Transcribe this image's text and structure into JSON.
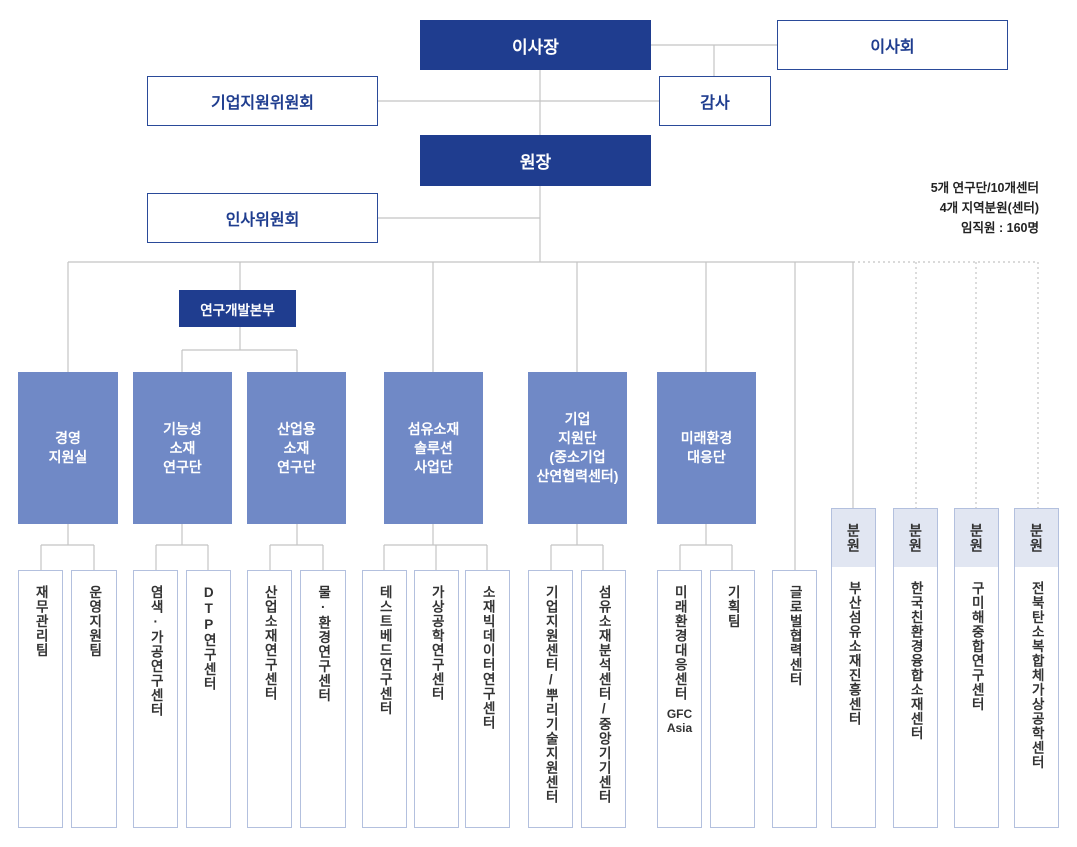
{
  "top": {
    "chairman": "이사장",
    "board": "이사회",
    "audit": "감사",
    "corp_committee": "기업지원위원회",
    "president": "원장",
    "hr_committee": "인사위원회"
  },
  "stats": [
    "5개 연구단/10개센터",
    "4개 지역분원(센터)",
    "임직원 : 160명"
  ],
  "rnd_hq": "연구개발본부",
  "divisions": [
    {
      "lines": [
        "경영",
        "지원실"
      ]
    },
    {
      "lines": [
        "기능성",
        "소재",
        "연구단"
      ]
    },
    {
      "lines": [
        "산업용",
        "소재",
        "연구단"
      ]
    },
    {
      "lines": [
        "섬유소재",
        "솔루션",
        "사업단"
      ]
    },
    {
      "lines": [
        "기업",
        "지원단",
        "(중소기업",
        "산연협력센터)"
      ]
    },
    {
      "lines": [
        "미래환경",
        "대응단"
      ]
    }
  ],
  "units": [
    "재무관리팀",
    "운영지원팀",
    "염색·가공연구센터",
    "DTP연구센터",
    "산업소재연구센터",
    "물·환경연구센터",
    "테스트베드연구센터",
    "가상공학연구센터",
    "소재빅데이터연구센터",
    "기업지원센터/뿌리기술지원센터",
    "섬유소재분석센터/중앙기기센터",
    "미래환경대응센터",
    "기획팀",
    "글로벌협력센터"
  ],
  "gfc_label": [
    "GFC",
    "Asia"
  ],
  "branch_label": "분원",
  "branches": [
    "부산섬유소재진흥센터",
    "한국친환경융합소재센터",
    "구미해중합연구센터",
    "전북탄소복합체가상공학센터"
  ]
}
